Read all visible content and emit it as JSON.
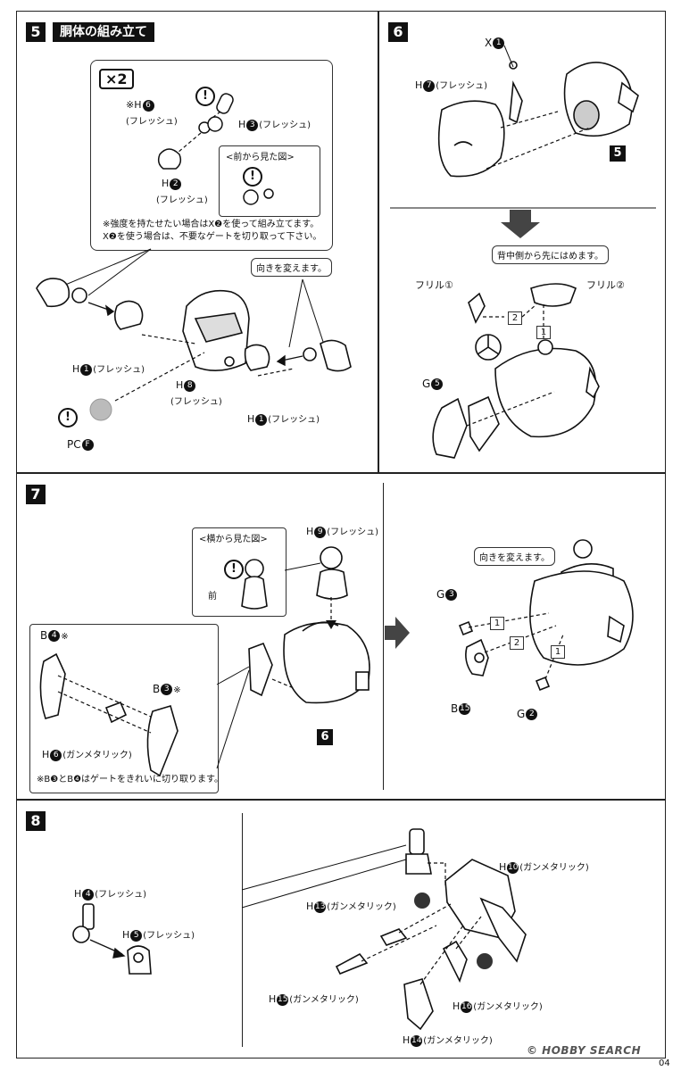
{
  "steps": {
    "s5": {
      "number": "5",
      "title": "胴体の組み立て",
      "x2": "×2",
      "labels": {
        "h6_note": "※H",
        "h6_num": "6",
        "h6_sub": "(フレッシュ)",
        "h3": "H",
        "h3_num": "3",
        "h3_sub": "(フレッシュ)",
        "h2": "H",
        "h2_num": "2",
        "h2_sub": "(フレッシュ)",
        "front_view": "<前から見た図>",
        "note_line1": "※強度を持たせたい場合はX❷を使って組み立てます。",
        "note_line2": "X❷を使う場合は、不要なゲートを切り取って下さい。",
        "turn": "向きを変えます。",
        "h1a": "H",
        "h1a_num": "1",
        "h1a_sub": "(フレッシュ)",
        "h8": "H",
        "h8_num": "8",
        "h8_sub": "(フレッシュ)",
        "h1b": "H",
        "h1b_num": "1",
        "h1b_sub": "(フレッシュ)",
        "pc": "PC",
        "pc_num": "F"
      }
    },
    "s6": {
      "number": "6",
      "labels": {
        "x1": "X",
        "x1_num": "1",
        "h7": "H",
        "h7_num": "7",
        "h7_sub": "(フレッシュ)",
        "ref5": "5",
        "back_first": "背中側から先にはめます。",
        "frill1": "フリル①",
        "frill2": "フリル②",
        "g5": "G",
        "g5_num": "5",
        "sq1": "1",
        "sq2": "2"
      }
    },
    "s7": {
      "number": "7",
      "labels": {
        "side_view": "<横から見た図>",
        "front": "前",
        "h9": "H",
        "h9_num": "9",
        "h9_sub": "(フレッシュ)",
        "b4": "B",
        "b4_num": "4",
        "b4_mark": "※",
        "b3": "B",
        "b3_num": "3",
        "b3_mark": "※",
        "h6": "H",
        "h6_num": "6",
        "h6_sub": "(ガンメタリック)",
        "note": "※B❸とB❹はゲートをきれいに切り取ります。",
        "ref6": "6",
        "turn": "向きを変えます。",
        "g3": "G",
        "g3_num": "3",
        "b15": "B",
        "b15_num": "15",
        "g2": "G",
        "g2_num": "2",
        "sq1a": "1",
        "sq2": "2",
        "sq1b": "1"
      }
    },
    "s8": {
      "number": "8",
      "labels": {
        "h4": "H",
        "h4_num": "4",
        "h4_sub": "(フレッシュ)",
        "h5": "H",
        "h5_num": "5",
        "h5_sub": "(フレッシュ)",
        "h10": "H",
        "h10_num": "10",
        "h10_sub": "(ガンメタリック)",
        "h13": "H",
        "h13_num": "13",
        "h13_sub": "(ガンメタリック)",
        "h15": "H",
        "h15_num": "15",
        "h15_sub": "(ガンメタリック)",
        "h16": "H",
        "h16_num": "16",
        "h16_sub": "(ガンメタリック)",
        "h14": "H",
        "h14_num": "14",
        "h14_sub": "(ガンメタリック)"
      }
    }
  },
  "footer": {
    "logo": "© HOBBY SEARCH",
    "page": "04"
  }
}
